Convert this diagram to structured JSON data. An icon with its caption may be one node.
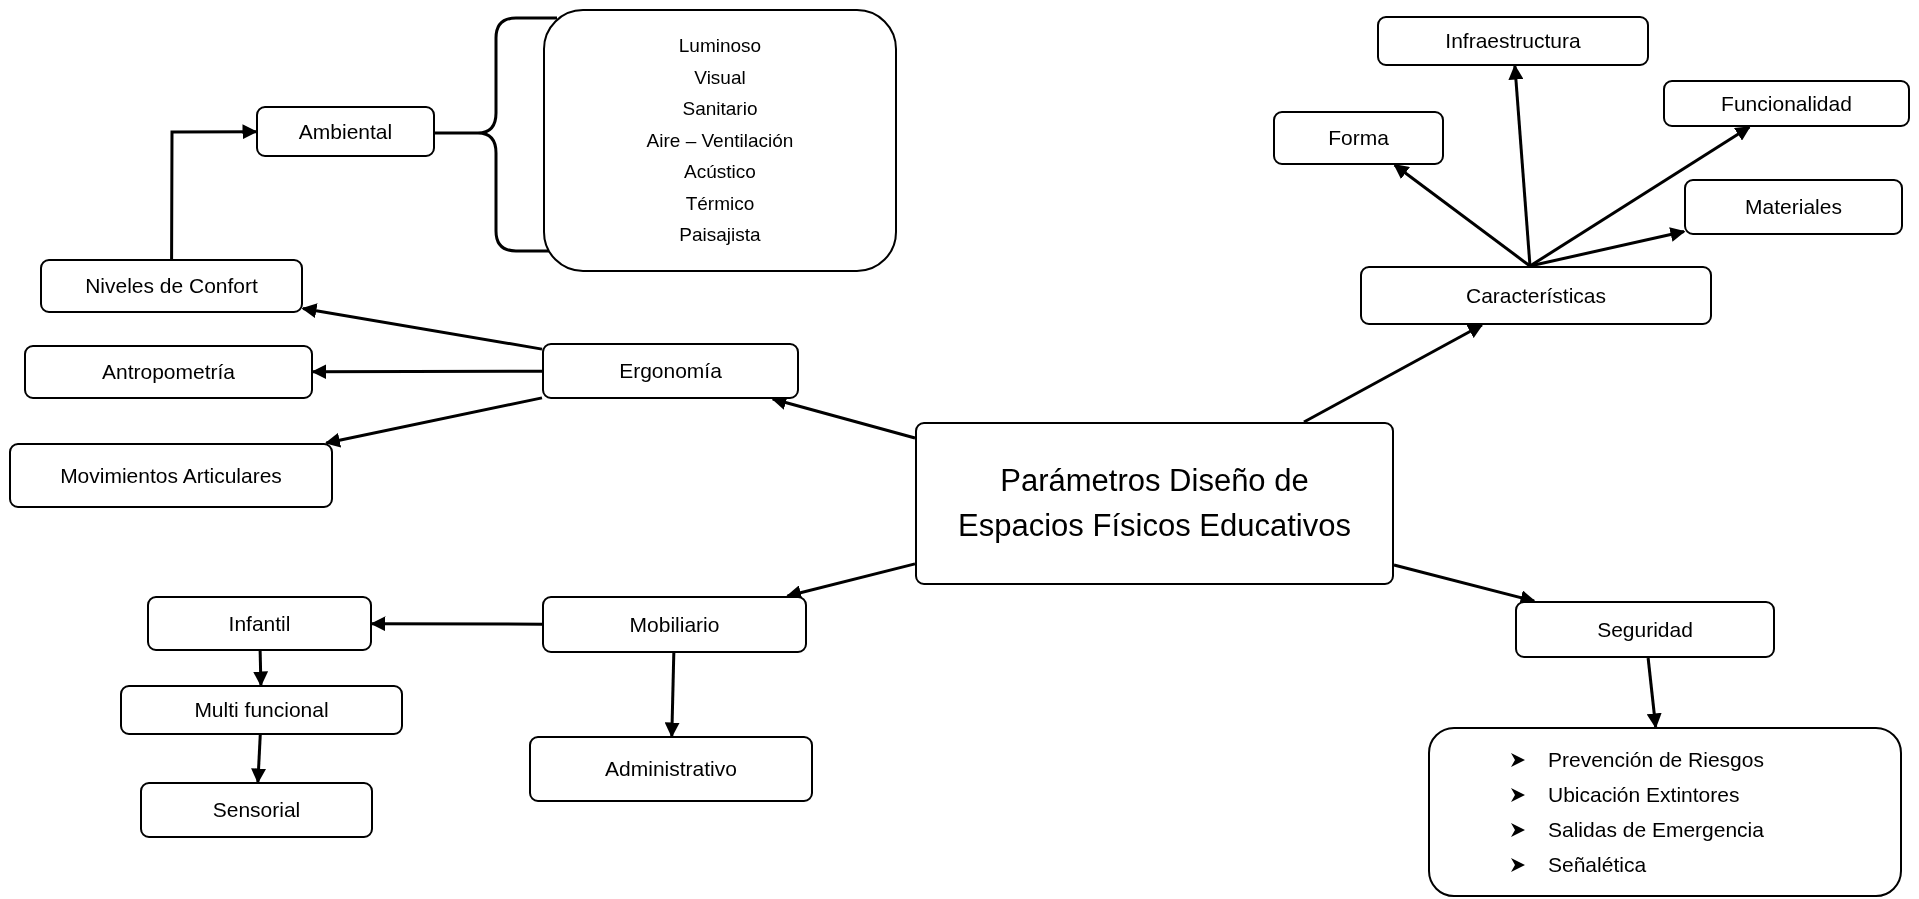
{
  "diagram": {
    "nodes": [
      {
        "text": [
          "Parámetros Diseño de Espacios Físicos Educativos"
        ]
      },
      {
        "text": [
          "Ergonomía"
        ]
      },
      {
        "text": [
          "Niveles de Confort"
        ]
      },
      {
        "text": [
          "Antropometría"
        ]
      },
      {
        "text": [
          "Movimientos Articulares"
        ]
      },
      {
        "text": [
          "Ambiental"
        ]
      },
      {
        "text": [
          "Luminoso",
          "Visual",
          "Sanitario",
          "Aire – Ventilación",
          "Acústico",
          "Térmico",
          "Paisajista"
        ]
      },
      {
        "text": [
          "Mobiliario"
        ]
      },
      {
        "text": [
          "Infantil"
        ]
      },
      {
        "text": [
          "Multi funcional"
        ]
      },
      {
        "text": [
          "Sensorial"
        ]
      },
      {
        "text": [
          "Administrativo"
        ]
      },
      {
        "text": [
          "Características"
        ]
      },
      {
        "text": [
          "Forma"
        ]
      },
      {
        "text": [
          "Infraestructura"
        ]
      },
      {
        "text": [
          "Funcionalidad"
        ]
      },
      {
        "text": [
          "Materiales"
        ]
      },
      {
        "text": [
          "Seguridad"
        ]
      },
      {
        "text": [
          "Prevención de Riesgos",
          "Ubicación Extintores",
          "Salidas de Emergencia",
          "Señalética"
        ]
      }
    ],
    "edges": [
      {
        "from": 0,
        "to": 1,
        "arrow": "to"
      },
      {
        "from": 1,
        "to": 2,
        "arrow": "to"
      },
      {
        "from": 1,
        "to": 3,
        "arrow": "to"
      },
      {
        "from": 1,
        "to": 4,
        "arrow": "to"
      },
      {
        "from": 2,
        "to": 5,
        "arrow": "to"
      },
      {
        "from": 0,
        "to": 7,
        "arrow": "to"
      },
      {
        "from": 7,
        "to": 8,
        "arrow": "to"
      },
      {
        "from": 7,
        "to": 11,
        "arrow": "to"
      },
      {
        "from": 8,
        "to": 9,
        "arrow": "to"
      },
      {
        "from": 9,
        "to": 10,
        "arrow": "to"
      },
      {
        "from": 0,
        "to": 12,
        "arrow": "to"
      },
      {
        "from": 12,
        "to": 13,
        "arrow": "to"
      },
      {
        "from": 12,
        "to": 14,
        "arrow": "to"
      },
      {
        "from": 12,
        "to": 15,
        "arrow": "to"
      },
      {
        "from": 12,
        "to": 16,
        "arrow": "to"
      },
      {
        "from": 0,
        "to": 17,
        "arrow": "to"
      },
      {
        "from": 17,
        "to": 18,
        "arrow": "to"
      }
    ]
  }
}
